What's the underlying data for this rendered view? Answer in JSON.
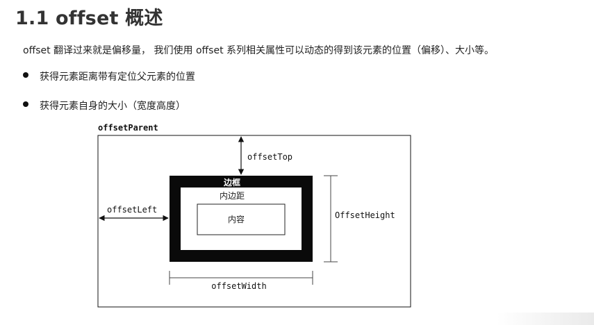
{
  "heading": "1.1 offset 概述",
  "intro": "offset 翻译过来就是偏移量， 我们使用 offset 系列相关属性可以动态的得到该元素的位置（偏移）、大小等。",
  "bullets": [
    "获得元素距离带有定位父元素的位置",
    "获得元素自身的大小（宽度高度）"
  ],
  "diagram": {
    "parent_label": "offsetParent",
    "top_label": "offsetTop",
    "left_label": "offsetLeft",
    "height_label": "OffsetHeight",
    "width_label": "offsetWidth",
    "border_label": "边框",
    "padding_label": "内边距",
    "content_label": "内容"
  }
}
